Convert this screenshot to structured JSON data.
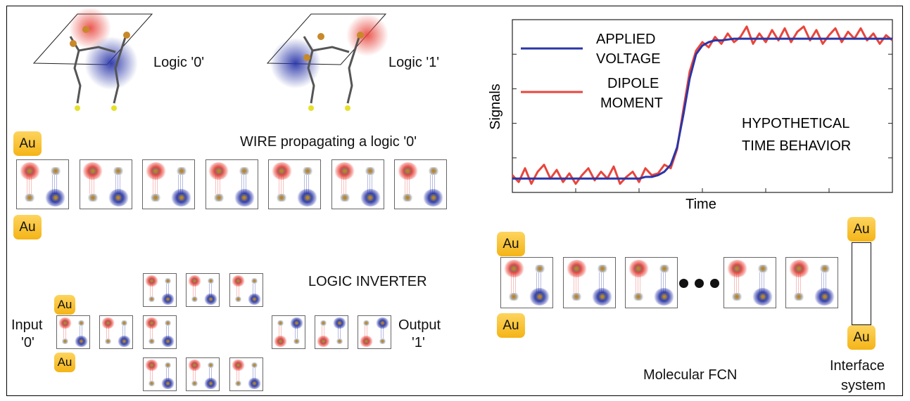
{
  "molecules": {
    "logic0_label": "Logic '0'",
    "logic1_label": "Logic '1'"
  },
  "wire": {
    "title": "WIRE propagating a logic '0'",
    "electrode_top": "Au",
    "electrode_bottom": "Au"
  },
  "inverter": {
    "title": "LOGIC INVERTER",
    "input_label": "Input",
    "input_value": "'0'",
    "output_label": "Output",
    "output_value": "'1'",
    "electrode_top": "Au",
    "electrode_bottom": "Au"
  },
  "fcn": {
    "title": "Molecular FCN",
    "electrode_top": "Au",
    "electrode_bottom": "Au",
    "interface_label_line1": "Interface",
    "interface_label_line2": "system",
    "interface_top": "Au",
    "interface_bottom": "Au"
  },
  "colors": {
    "red": "#e8453c",
    "blue": "#2a36a8",
    "gold": "#f6be2c"
  },
  "chart_data": {
    "type": "line",
    "xlabel": "Time",
    "ylabel": "Signals",
    "annotation_line1": "HYPOTHETICAL",
    "annotation_line2": "TIME BEHAVIOR",
    "x_ticks": 5,
    "y_ticks": 4,
    "series": [
      {
        "name_line1": "APPLIED",
        "name_line2": "VOLTAGE",
        "color": "#2a36a8",
        "values": [
          0.08,
          0.08,
          0.08,
          0.08,
          0.08,
          0.08,
          0.08,
          0.08,
          0.08,
          0.08,
          0.08,
          0.08,
          0.08,
          0.08,
          0.08,
          0.08,
          0.08,
          0.08,
          0.08,
          0.08,
          0.08,
          0.09,
          0.09,
          0.1,
          0.12,
          0.16,
          0.26,
          0.45,
          0.66,
          0.8,
          0.85,
          0.87,
          0.88,
          0.88,
          0.885,
          0.89,
          0.89,
          0.89,
          0.89,
          0.89,
          0.89,
          0.89,
          0.89,
          0.89,
          0.89,
          0.89,
          0.89,
          0.89,
          0.89,
          0.89,
          0.89,
          0.89,
          0.89,
          0.89,
          0.89,
          0.89,
          0.89,
          0.89,
          0.89,
          0.89,
          0.89
        ]
      },
      {
        "name_line1": "DIPOLE",
        "name_line2": "MOMENT",
        "color": "#e8453c",
        "values": [
          0.1,
          0.06,
          0.14,
          0.05,
          0.12,
          0.16,
          0.08,
          0.13,
          0.06,
          0.11,
          0.05,
          0.1,
          0.14,
          0.07,
          0.12,
          0.08,
          0.15,
          0.05,
          0.09,
          0.12,
          0.06,
          0.14,
          0.1,
          0.11,
          0.16,
          0.14,
          0.25,
          0.48,
          0.7,
          0.82,
          0.87,
          0.84,
          0.9,
          0.86,
          0.92,
          0.87,
          0.9,
          0.96,
          0.86,
          0.92,
          0.87,
          0.94,
          0.88,
          0.95,
          0.87,
          0.93,
          0.96,
          0.88,
          0.94,
          0.86,
          0.91,
          0.95,
          0.87,
          0.93,
          0.89,
          0.95,
          0.88,
          0.92,
          0.86,
          0.91,
          0.88
        ]
      }
    ]
  }
}
